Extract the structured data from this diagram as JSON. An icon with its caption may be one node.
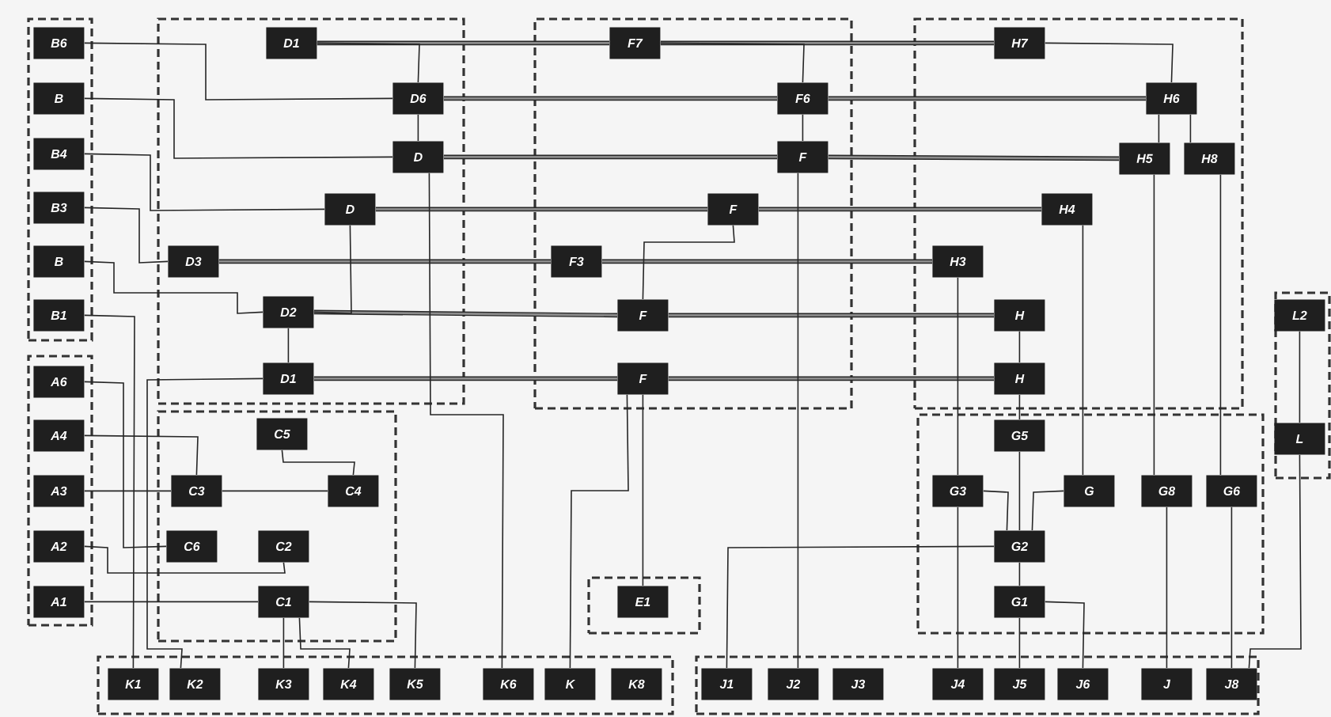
{
  "diagram": {
    "nodes": [
      {
        "text": [],
        "shape": "box"
      },
      {
        "text": [
          "B6"
        ],
        "in": 0
      },
      {
        "text": [
          "B"
        ],
        "in": 0
      },
      {
        "text": [
          "B4"
        ],
        "in": 0
      },
      {
        "text": [
          "B3"
        ],
        "in": 0
      },
      {
        "text": [
          "B"
        ],
        "in": 0
      },
      {
        "text": [
          "B1"
        ],
        "in": 0
      },
      {
        "text": [],
        "shape": "box"
      },
      {
        "text": [
          "D1"
        ],
        "in": 7
      },
      {
        "text": [
          "D6"
        ],
        "in": 7
      },
      {
        "text": [
          "D"
        ],
        "in": 7
      },
      {
        "text": [
          "D"
        ],
        "in": 7
      },
      {
        "text": [
          "D3"
        ],
        "in": 7
      },
      {
        "text": [
          "D2"
        ],
        "in": 7
      },
      {
        "text": [
          "D1"
        ],
        "in": 7
      },
      {
        "text": [],
        "shape": "box"
      },
      {
        "text": [
          "F7"
        ],
        "in": 15
      },
      {
        "text": [
          "F6"
        ],
        "in": 15
      },
      {
        "text": [
          "F"
        ],
        "in": 15
      },
      {
        "text": [
          "F"
        ],
        "in": 15
      },
      {
        "text": [
          "F3"
        ],
        "in": 15
      },
      {
        "text": [
          "F"
        ],
        "in": 15
      },
      {
        "text": [
          "F"
        ],
        "in": 15
      },
      {
        "text": [],
        "shape": "box"
      },
      {
        "text": [
          "H7"
        ],
        "in": 23
      },
      {
        "text": [
          "H6"
        ],
        "in": 23
      },
      {
        "text": [
          "H5"
        ],
        "in": 23
      },
      {
        "text": [
          "H8"
        ],
        "in": 23
      },
      {
        "text": [
          "H4"
        ],
        "in": 23
      },
      {
        "text": [
          "H3"
        ],
        "in": 23
      },
      {
        "text": [
          "H"
        ],
        "in": 23
      },
      {
        "text": [
          "H"
        ],
        "in": 23
      },
      {
        "text": [],
        "shape": "box"
      },
      {
        "text": [
          "L2"
        ],
        "in": 32
      },
      {
        "text": [
          "L"
        ],
        "in": 32
      },
      {
        "text": [],
        "shape": "box"
      },
      {
        "text": [
          "A6"
        ],
        "in": 35
      },
      {
        "text": [
          "A4"
        ],
        "in": 35
      },
      {
        "text": [
          "A3"
        ],
        "in": 35
      },
      {
        "text": [
          "A2"
        ],
        "in": 35
      },
      {
        "text": [
          "A1"
        ],
        "in": 35
      },
      {
        "text": [],
        "shape": "box"
      },
      {
        "text": [
          "C5"
        ],
        "in": 41
      },
      {
        "text": [
          "C3"
        ],
        "in": 41
      },
      {
        "text": [
          "C4"
        ],
        "in": 41
      },
      {
        "text": [
          "C6"
        ],
        "in": 41
      },
      {
        "text": [
          "C2"
        ],
        "in": 41
      },
      {
        "text": [
          "C1"
        ],
        "in": 41
      },
      {
        "text": [],
        "shape": "box"
      },
      {
        "text": [
          "E1"
        ],
        "in": 48
      },
      {
        "text": [],
        "shape": "box"
      },
      {
        "text": [
          "G5"
        ],
        "in": 50
      },
      {
        "text": [
          "G3"
        ],
        "in": 50
      },
      {
        "text": [
          "G"
        ],
        "in": 50
      },
      {
        "text": [
          "G8"
        ],
        "in": 50
      },
      {
        "text": [
          "G6"
        ],
        "in": 50
      },
      {
        "text": [
          "G2"
        ],
        "in": 50
      },
      {
        "text": [
          "G1"
        ],
        "in": 50
      },
      {
        "text": [],
        "shape": "box"
      },
      {
        "text": [
          "K1"
        ],
        "in": 58
      },
      {
        "text": [
          "K2"
        ],
        "in": 58
      },
      {
        "text": [
          "K3"
        ],
        "in": 58
      },
      {
        "text": [
          "K4"
        ],
        "in": 58
      },
      {
        "text": [
          "K5"
        ],
        "in": 58
      },
      {
        "text": [
          "K6"
        ],
        "in": 58
      },
      {
        "text": [
          "K"
        ],
        "in": 58
      },
      {
        "text": [
          "K8"
        ],
        "in": 58
      },
      {
        "text": [],
        "shape": "box"
      },
      {
        "text": [
          "J1"
        ],
        "in": 67
      },
      {
        "text": [
          "J2"
        ],
        "in": 67
      },
      {
        "text": [
          "J3"
        ],
        "in": 67
      },
      {
        "text": [
          "J4"
        ],
        "in": 67
      },
      {
        "text": [
          "J5"
        ],
        "in": 67
      },
      {
        "text": [
          "J6"
        ],
        "in": 67
      },
      {
        "text": [
          "J"
        ],
        "in": 67
      },
      {
        "text": [
          "J8"
        ],
        "in": 67
      }
    ],
    "edges": [
      {
        "from": 1,
        "to": 9,
        "arrow": "none"
      },
      {
        "from": 2,
        "to": 10,
        "arrow": "none"
      },
      {
        "from": 3,
        "to": 11,
        "arrow": "none"
      },
      {
        "from": 4,
        "to": 12,
        "arrow": "none"
      },
      {
        "from": 5,
        "to": 13,
        "arrow": "none"
      },
      {
        "from": 6,
        "to": 59,
        "arrow": "none"
      },
      {
        "from": 8,
        "to": 16,
        "arrow": "none",
        "style": "thick"
      },
      {
        "from": 9,
        "to": 17,
        "arrow": "none",
        "style": "thick"
      },
      {
        "from": 10,
        "to": 18,
        "arrow": "none",
        "style": "thick"
      },
      {
        "from": 11,
        "to": 19,
        "arrow": "none",
        "style": "thick"
      },
      {
        "from": 12,
        "to": 20,
        "arrow": "none",
        "style": "thick"
      },
      {
        "from": 13,
        "to": 21,
        "arrow": "none",
        "style": "thick"
      },
      {
        "from": 14,
        "to": 22,
        "arrow": "none",
        "style": "thick"
      },
      {
        "from": 16,
        "to": 24,
        "arrow": "none",
        "style": "thick"
      },
      {
        "from": 17,
        "to": 25,
        "arrow": "none",
        "style": "thick"
      },
      {
        "from": 18,
        "to": 26,
        "arrow": "none",
        "style": "thick"
      },
      {
        "from": 19,
        "to": 28,
        "arrow": "none",
        "style": "thick"
      },
      {
        "from": 20,
        "to": 29,
        "arrow": "none",
        "style": "thick"
      },
      {
        "from": 21,
        "to": 30,
        "arrow": "none",
        "style": "thick"
      },
      {
        "from": 22,
        "to": 31,
        "arrow": "none",
        "style": "thick"
      },
      {
        "from": 8,
        "to": 9,
        "arrow": "none"
      },
      {
        "from": 9,
        "to": 10,
        "arrow": "none"
      },
      {
        "from": 11,
        "to": 13,
        "arrow": "none"
      },
      {
        "from": 13,
        "to": 14,
        "arrow": "none"
      },
      {
        "from": 16,
        "to": 17,
        "arrow": "none"
      },
      {
        "from": 17,
        "to": 18,
        "arrow": "none"
      },
      {
        "from": 19,
        "to": 21,
        "arrow": "none"
      },
      {
        "from": 22,
        "to": 49,
        "arrow": "none"
      },
      {
        "from": 22,
        "to": 65,
        "arrow": "none"
      },
      {
        "from": 24,
        "to": 25,
        "arrow": "none"
      },
      {
        "from": 25,
        "to": 26,
        "arrow": "none"
      },
      {
        "from": 25,
        "to": 27,
        "arrow": "none"
      },
      {
        "from": 31,
        "to": 51,
        "arrow": "none"
      },
      {
        "from": 51,
        "to": 56,
        "arrow": "none"
      },
      {
        "from": 52,
        "to": 56,
        "arrow": "none"
      },
      {
        "from": 53,
        "to": 56,
        "arrow": "none"
      },
      {
        "from": 54,
        "to": 74,
        "arrow": "none"
      },
      {
        "from": 55,
        "to": 75,
        "arrow": "none"
      },
      {
        "from": 33,
        "to": 34,
        "arrow": "none"
      },
      {
        "from": 34,
        "to": 75,
        "arrow": "none"
      },
      {
        "from": 36,
        "to": 45,
        "arrow": "none"
      },
      {
        "from": 37,
        "to": 43,
        "arrow": "none"
      },
      {
        "from": 38,
        "to": 43,
        "arrow": "none"
      },
      {
        "from": 39,
        "to": 46,
        "arrow": "none"
      },
      {
        "from": 40,
        "to": 47,
        "arrow": "none"
      },
      {
        "from": 42,
        "to": 44,
        "arrow": "none"
      },
      {
        "from": 43,
        "to": 44,
        "arrow": "none"
      },
      {
        "from": 47,
        "to": 61,
        "arrow": "none"
      },
      {
        "from": 47,
        "to": 62,
        "arrow": "none"
      },
      {
        "from": 47,
        "to": 63,
        "arrow": "none"
      },
      {
        "from": 14,
        "to": 60,
        "arrow": "none"
      },
      {
        "from": 10,
        "to": 64,
        "arrow": "none"
      },
      {
        "from": 18,
        "to": 69,
        "arrow": "none"
      },
      {
        "from": 52,
        "to": 71,
        "arrow": "none"
      },
      {
        "from": 28,
        "to": 53,
        "arrow": "none"
      },
      {
        "from": 26,
        "to": 54,
        "arrow": "none"
      },
      {
        "from": 27,
        "to": 55,
        "arrow": "none"
      },
      {
        "from": 29,
        "to": 52,
        "arrow": "none"
      },
      {
        "from": 30,
        "to": 31,
        "arrow": "none"
      },
      {
        "from": 57,
        "to": 73,
        "arrow": "none"
      },
      {
        "from": 56,
        "to": 68,
        "arrow": "none"
      },
      {
        "from": 56,
        "to": 57,
        "arrow": "none"
      },
      {
        "from": 57,
        "to": 72,
        "arrow": "none"
      }
    ]
  }
}
